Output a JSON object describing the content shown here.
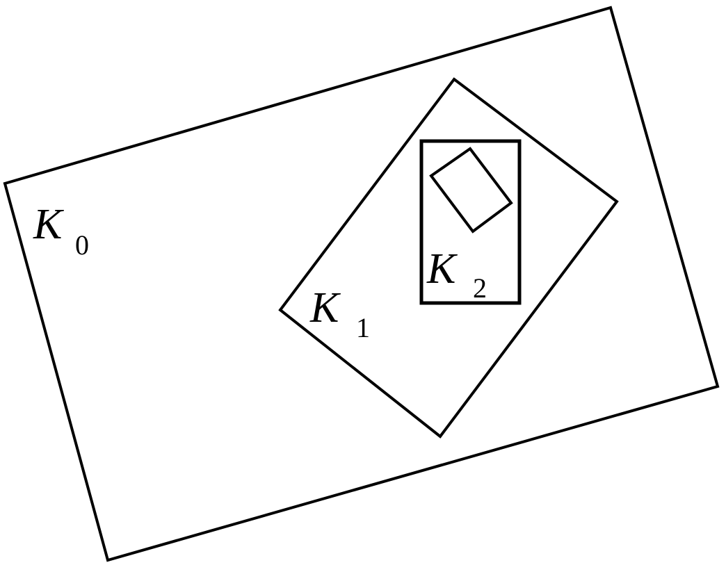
{
  "diagram": {
    "labels": {
      "k0": {
        "main": "K",
        "sub": "0"
      },
      "k1": {
        "main": "K",
        "sub": "1"
      },
      "k2": {
        "main": "K",
        "sub": "2"
      }
    },
    "colors": {
      "stroke": "#000000",
      "background": "#ffffff"
    }
  }
}
